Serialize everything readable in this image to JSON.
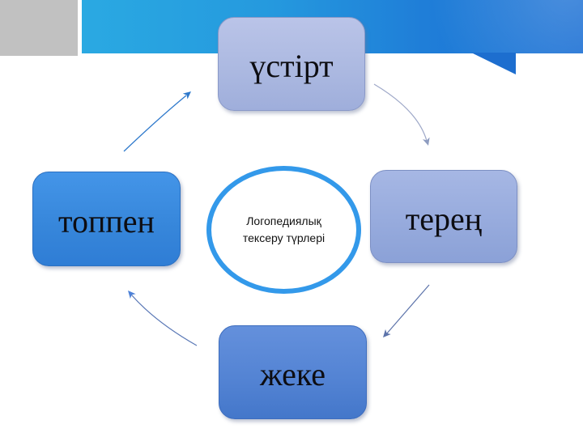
{
  "center": {
    "label": "Логопедиялық тексеру түрлері",
    "border_color": "#3399EA",
    "fill": "#FFFFFF"
  },
  "nodes": {
    "top": {
      "label": "үстірт",
      "fill": "#AEBBE2"
    },
    "right": {
      "label": "терең",
      "fill": "#97ABDD"
    },
    "bottom": {
      "label": "жеке",
      "fill": "#5484D4"
    },
    "left": {
      "label": "топпен",
      "fill": "#3787DB"
    }
  },
  "arrows": {
    "left_to_top": {
      "from": "топпен",
      "to": "үстірт",
      "color": "#2E79CC"
    },
    "top_to_right": {
      "from": "үстірт",
      "to": "терең",
      "color": "#9EA8C8"
    },
    "right_to_bottom": {
      "from": "терең",
      "to": "жеке",
      "color": "#5C73AA"
    },
    "bottom_to_left": {
      "from": "жеке",
      "to": "топпен",
      "color": "#5A78B6"
    }
  },
  "decor": {
    "background": "#FFFFFF",
    "gray_block": "#C1C1C1",
    "band_left": "#2AA9E2",
    "band_right": "#1C70D4",
    "band_notch": "#1D6ECF"
  }
}
